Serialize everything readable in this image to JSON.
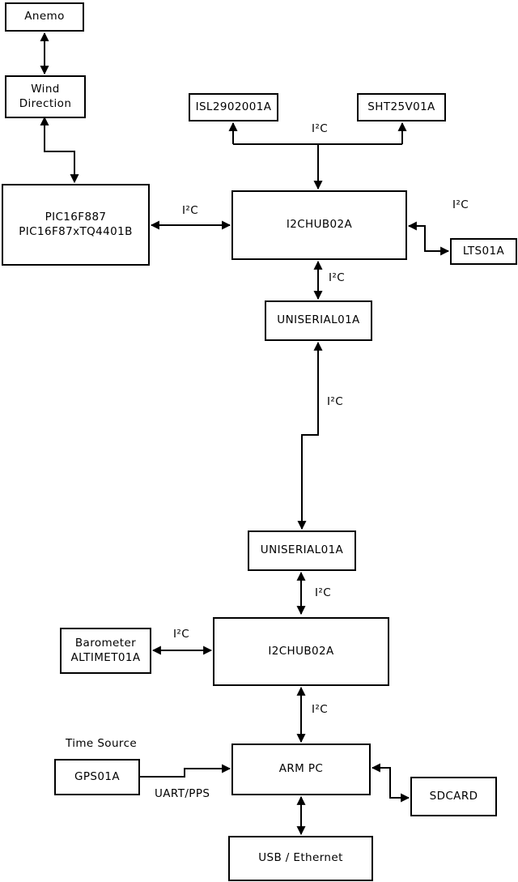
{
  "diagram": {
    "colors": {
      "background": "#ffffff",
      "line": "#000000",
      "box_fill": "#ffffff",
      "text": "#000000"
    },
    "nodes": {
      "anemo": {
        "label": "Anemo"
      },
      "wind_direction": {
        "label": "Wind\nDirection"
      },
      "pic": {
        "label": "PIC16F887\nPIC16F87xTQ4401B"
      },
      "isl": {
        "label": "ISL2902001A"
      },
      "sht": {
        "label": "SHT25V01A"
      },
      "i2c_hub_top": {
        "label": "I2CHUB02A"
      },
      "lts": {
        "label": "LTS01A"
      },
      "uniserial_top": {
        "label": "UNISERIAL01A"
      },
      "uniserial_bottom": {
        "label": "UNISERIAL01A"
      },
      "barometer": {
        "label": "Barometer\nALTIMET01A"
      },
      "i2c_hub_bottom": {
        "label": "I2CHUB02A"
      },
      "gps": {
        "label": "GPS01A"
      },
      "arm_pc": {
        "label": "ARM PC"
      },
      "sdcard": {
        "label": "SDCARD"
      },
      "usb_ethernet": {
        "label": "USB / Ethernet"
      }
    },
    "labels": {
      "i2c_sensor_bus": "I²C",
      "i2c_pic_hub": "I²C",
      "i2c_hub_lts": "I²C",
      "i2c_hub_uniserial": "I²C",
      "i2c_uniserial_link": "I²C",
      "i2c_uniserial_hub2": "I²C",
      "i2c_barometer_hub2": "I²C",
      "i2c_hub2_armpc": "I²C",
      "uart_pps": "UART/PPS",
      "time_source": "Time Source"
    },
    "edges": [
      {
        "between": [
          "anemo",
          "wind_direction"
        ],
        "arrows": "both"
      },
      {
        "between": [
          "wind_direction",
          "pic"
        ],
        "arrows": "both"
      },
      {
        "between": [
          "i2c_hub_top",
          "isl"
        ],
        "arrows": "both",
        "label": "I²C"
      },
      {
        "between": [
          "i2c_hub_top",
          "sht"
        ],
        "arrows": "both",
        "label": "I²C"
      },
      {
        "between": [
          "pic",
          "i2c_hub_top"
        ],
        "arrows": "both",
        "label": "I²C"
      },
      {
        "between": [
          "i2c_hub_top",
          "lts"
        ],
        "arrows": "both",
        "label": "I²C"
      },
      {
        "between": [
          "i2c_hub_top",
          "uniserial_top"
        ],
        "arrows": "both",
        "label": "I²C"
      },
      {
        "between": [
          "uniserial_top",
          "uniserial_bottom"
        ],
        "arrows": "both",
        "label": "I²C"
      },
      {
        "between": [
          "uniserial_bottom",
          "i2c_hub_bottom"
        ],
        "arrows": "both",
        "label": "I²C"
      },
      {
        "between": [
          "barometer",
          "i2c_hub_bottom"
        ],
        "arrows": "both",
        "label": "I²C"
      },
      {
        "between": [
          "i2c_hub_bottom",
          "arm_pc"
        ],
        "arrows": "both",
        "label": "I²C"
      },
      {
        "between": [
          "gps",
          "arm_pc"
        ],
        "arrows": "to",
        "label": "UART/PPS"
      },
      {
        "between": [
          "arm_pc",
          "sdcard"
        ],
        "arrows": "both"
      },
      {
        "between": [
          "arm_pc",
          "usb_ethernet"
        ],
        "arrows": "both"
      }
    ]
  }
}
